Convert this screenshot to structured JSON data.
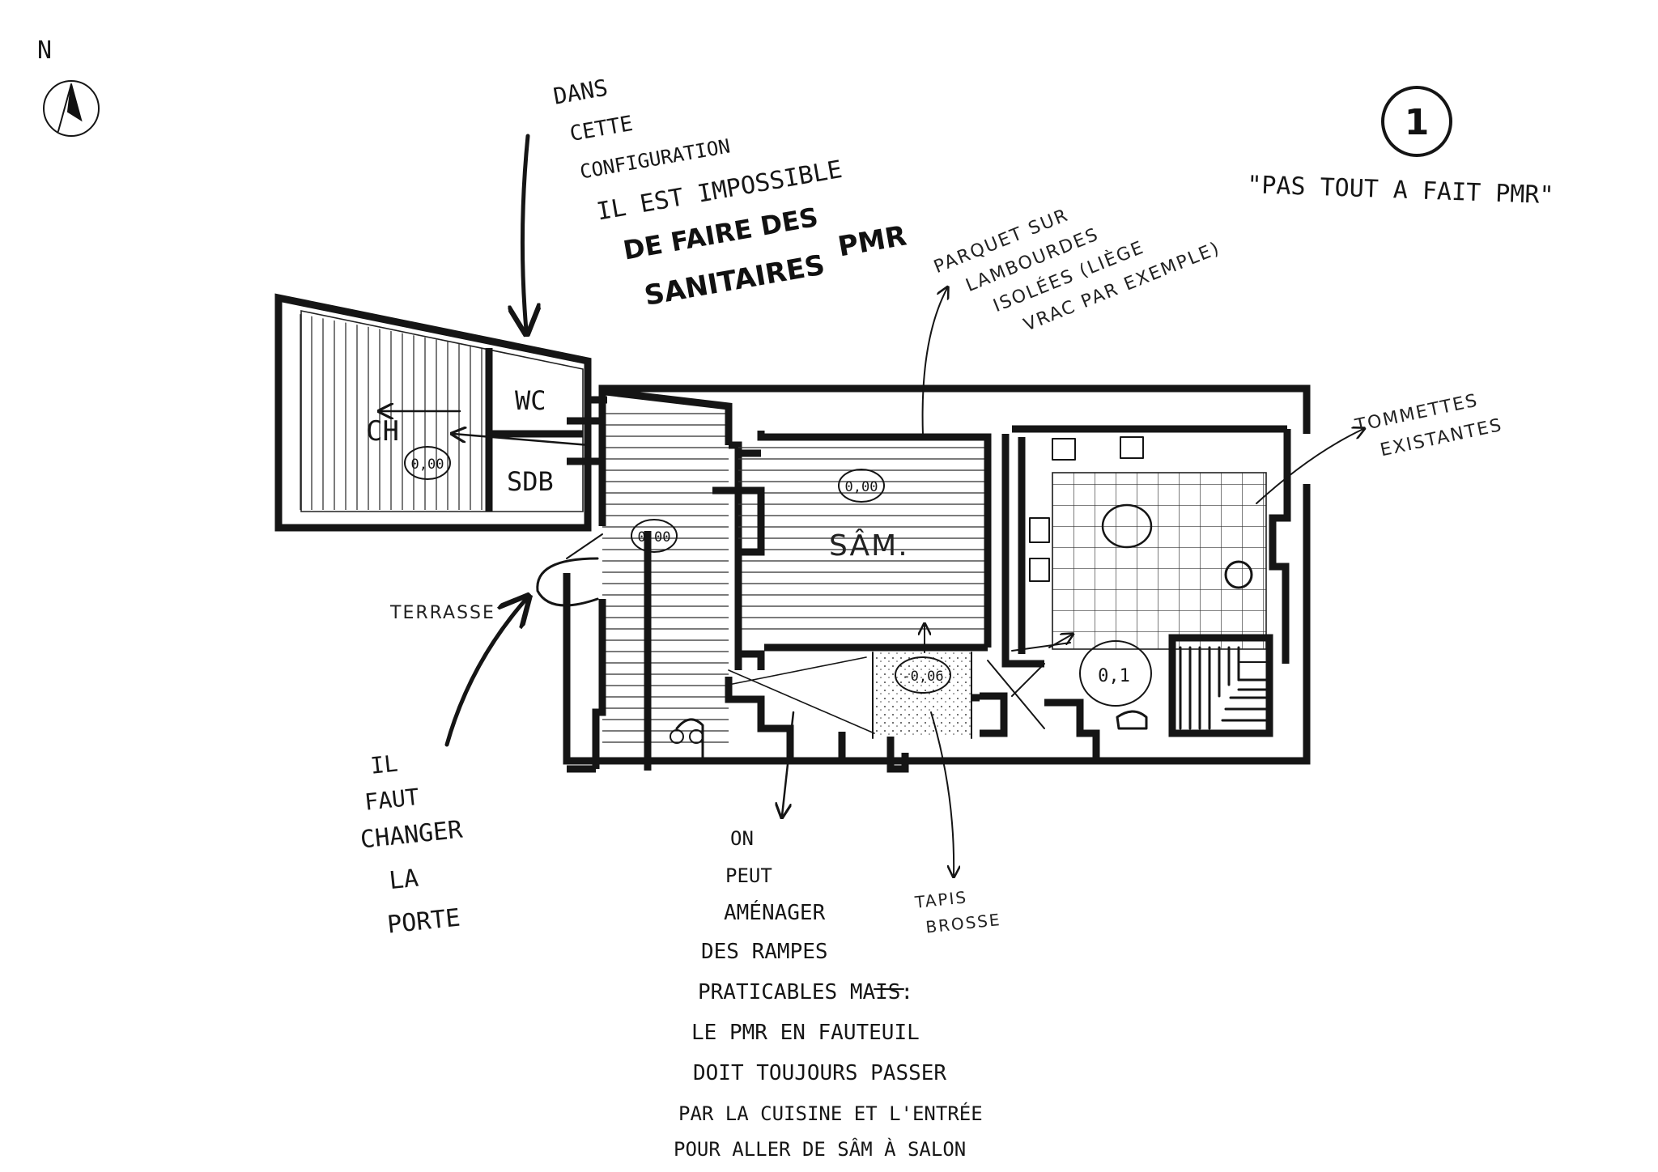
{
  "compass": {
    "north": "N"
  },
  "sheet": {
    "number": "1",
    "title": "\"PAS TOUT A FAIT PMR\""
  },
  "rooms": {
    "ch": "CH",
    "wc": "WC",
    "sdb": "SDB",
    "sam": "SÂM.",
    "terrasse": "TERRASSE"
  },
  "levels": {
    "ch": "0,00",
    "hall": "0,00",
    "sam": "0,00",
    "entry": "-0,06",
    "kitchen": "0,1",
    "door": "0,00"
  },
  "notes": {
    "sanitaires": [
      "DANS",
      "CETTE",
      "CONFIGURATION",
      "IL EST IMPOSSIBLE",
      "DE FAIRE DES",
      "SANITAIRES",
      "PMR"
    ],
    "parquet": [
      "PARQUET SUR",
      "LAMBOURDES",
      "ISOLÉES (LIÈGE",
      "VRAC PAR EXEMPLE)"
    ],
    "tommettes": [
      "TOMMETTES",
      "EXISTANTES"
    ],
    "porte": [
      "IL",
      "FAUT",
      "CHANGER",
      "LA",
      "PORTE"
    ],
    "tapis": [
      "TAPIS",
      "BROSSE"
    ],
    "rampes": [
      "ON",
      "PEUT",
      "AMÉNAGER",
      "DES RAMPES",
      "PRATICABLES MAIS:",
      "LE PMR EN FAUTEUIL",
      "DOIT TOUJOURS PASSER",
      "PAR LA CUISINE ET L'ENTRÉE",
      "POUR ALLER DE SÂM À SALON"
    ]
  }
}
